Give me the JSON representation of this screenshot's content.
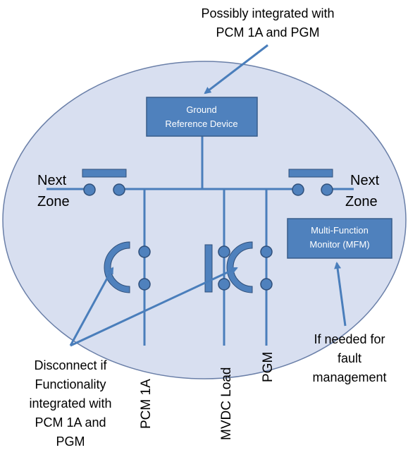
{
  "annotations": {
    "top_note": [
      "Possibly integrated with",
      "PCM 1A and PGM"
    ],
    "bottom_left_note": [
      "Disconnect if",
      "Functionality",
      "integrated with",
      "PCM 1A and",
      "PGM"
    ],
    "bottom_right_note": [
      "If needed for",
      "fault",
      "management"
    ]
  },
  "boxes": {
    "ground_reference": [
      "Ground",
      "Reference Device"
    ],
    "mfm": [
      "Multi-Function",
      "Monitor (MFM)"
    ]
  },
  "zones": {
    "left": [
      "Next",
      "Zone"
    ],
    "right": [
      "Next",
      "Zone"
    ]
  },
  "branches": {
    "pcm": "PCM 1A",
    "mvdc": "MVDC Load",
    "pgm": "PGM"
  },
  "colors": {
    "ellipse_fill": "#d8dff0",
    "ellipse_stroke": "#6a7fa8",
    "line": "#4a7ebb",
    "box_fill": "#4f81bd",
    "box_stroke": "#385d8a",
    "node_fill": "#4f81bd",
    "node_stroke": "#2f4f7a"
  }
}
